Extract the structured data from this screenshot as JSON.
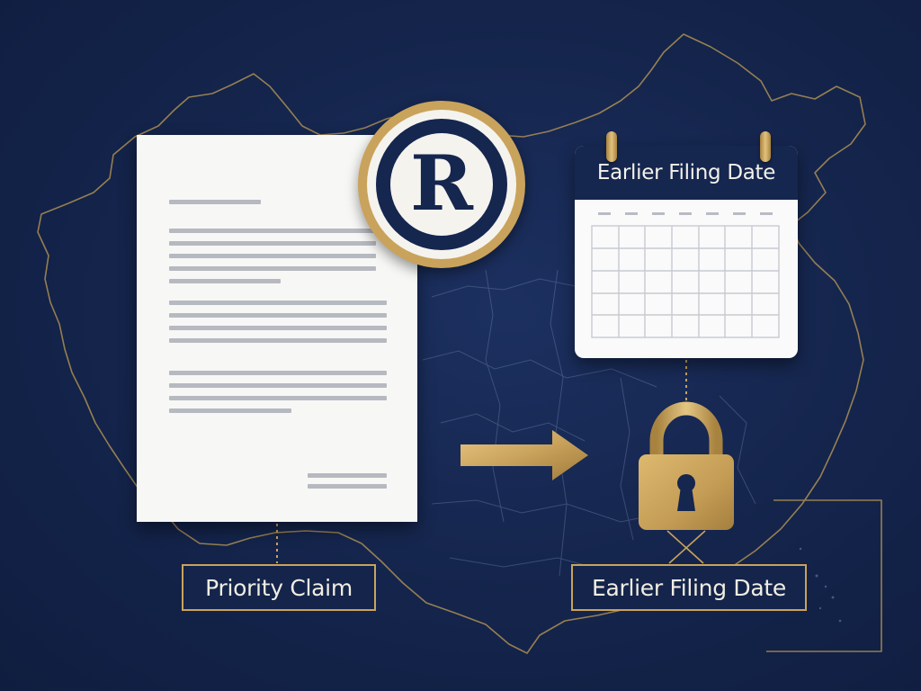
{
  "document": {
    "icon": "document-icon"
  },
  "seal": {
    "letter": "R",
    "icon": "registered-trademark-icon"
  },
  "calendar": {
    "header": "Earlier Filing Date",
    "icon": "calendar-icon"
  },
  "arrow": {
    "icon": "arrow-right-icon"
  },
  "lock": {
    "icon": "padlock-icon"
  },
  "labels": {
    "priority_claim": "Priority Claim",
    "earlier_filing_date": "Earlier Filing Date"
  },
  "colors": {
    "background": "#14244b",
    "gold": "#c9a35c",
    "navy": "#15264f",
    "paper": "#f7f7f5"
  }
}
